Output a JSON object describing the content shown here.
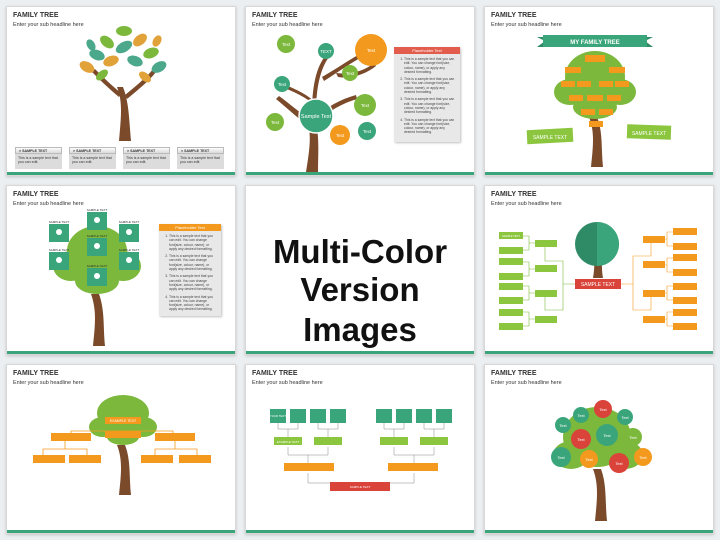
{
  "slide_title": "FAMILY TREE",
  "slide_subtitle": "Enter your sub headline here",
  "center_caption": {
    "line1": "Multi-Color",
    "line2": "Version Images"
  },
  "slide1": {
    "boxes": [
      {
        "label": "> SAMPLE TEXT",
        "text": "This is a sample text that you can edit."
      },
      {
        "label": "> SAMPLE TEXT",
        "text": "This is a sample text that you can edit."
      },
      {
        "label": "> SAMPLE TEXT",
        "text": "This is a sample text that you can edit."
      },
      {
        "label": "> SAMPLE TEXT",
        "text": "This is a sample text that you can edit."
      }
    ]
  },
  "slide2": {
    "bubbles": [
      "Text",
      "Text",
      "TEXT",
      "Text",
      "Text",
      "Text",
      "Text",
      "Text",
      "Text",
      "Sample Text"
    ],
    "panel_title": "Placeholder Text",
    "panel_items": [
      "This is a sample text that you can edit. You can change font(size, colour, name), or apply any desired formatting.",
      "This is a sample text that you can edit. You can change font(size, colour, name), or apply any desired formatting.",
      "This is a sample text that you can edit. You can change font(size, colour, name), or apply any desired formatting.",
      "This is a sample text that you can edit. You can change font(size, colour, name), or apply any desired formatting."
    ]
  },
  "slide3": {
    "banner": "MY FAMILY TREE",
    "left_flag": "SAMPLE TEXT",
    "right_flag": "SAMPLE TEXT"
  },
  "slide4": {
    "names": [
      "SAMPLE TEXT",
      "SAMPLE TEXT",
      "SAMPLE TEXT",
      "SAMPLE TEXT",
      "SAMPLE TEXT",
      "SAMPLE TEXT",
      "SAMPLE TEXT"
    ],
    "panel_title": "Placeholder Text",
    "panel_items": [
      "This is a sample text that you can edit. You can change font(size, colour, name), or apply any desired formatting.",
      "This is a sample text that you can edit. You can change font(size, colour, name), or apply any desired formatting.",
      "This is a sample text that you can edit. You can change font(size, colour, name), or apply any desired formatting.",
      "This is a sample text that you can edit. You can change font(size, colour, name), or apply any desired formatting."
    ]
  },
  "slide5": {
    "center_label": "SAMPLE TEXT",
    "leaf_label": "SAMPLE TEXT"
  },
  "slide6": {
    "label": "SAMPLE TEXT"
  },
  "slide7": {
    "your_text": "YOUR TEXT",
    "example_text": "EXAMPLE TEXT",
    "sample_text": "SAMPLE TEXT"
  },
  "slide8": {
    "circles": [
      "Text",
      "Text",
      "Text",
      "Text",
      "Text",
      "Text",
      "Text",
      "Text",
      "Text",
      "Text",
      "Text"
    ]
  },
  "colors": {
    "green": "#3aa57a",
    "orange": "#f39a1e",
    "red": "#d9433a",
    "leaf": "#7cb83c",
    "trunk": "#7a4a2a"
  }
}
